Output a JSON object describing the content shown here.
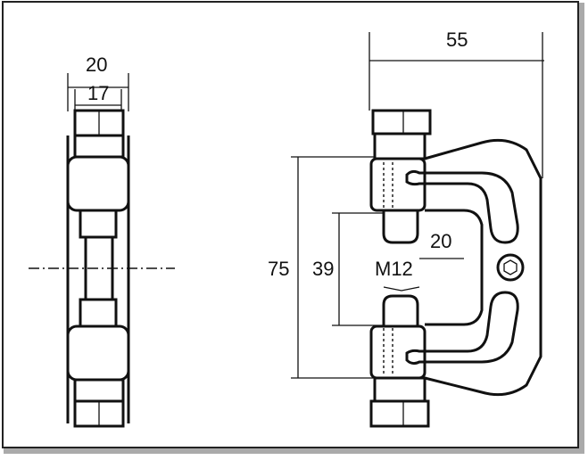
{
  "drawing": {
    "side_view": {
      "overall_width": "20",
      "inner_width": "17"
    },
    "front_view": {
      "overall_depth": "55",
      "overall_height": "75",
      "inner_height": "39",
      "slot_width": "20",
      "thread_size": "M12"
    }
  }
}
